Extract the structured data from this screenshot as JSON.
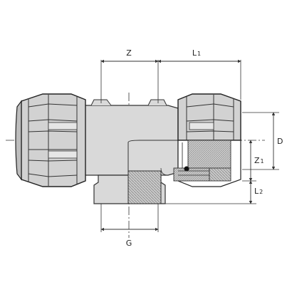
{
  "diagram": {
    "dimensions": {
      "z_label": "Z",
      "l1_main": "L",
      "l1_sub": "1",
      "d_label": "D",
      "z1_main": "Z",
      "z1_sub": "1",
      "l2_main": "L",
      "l2_sub": "2",
      "g_label": "G"
    }
  }
}
